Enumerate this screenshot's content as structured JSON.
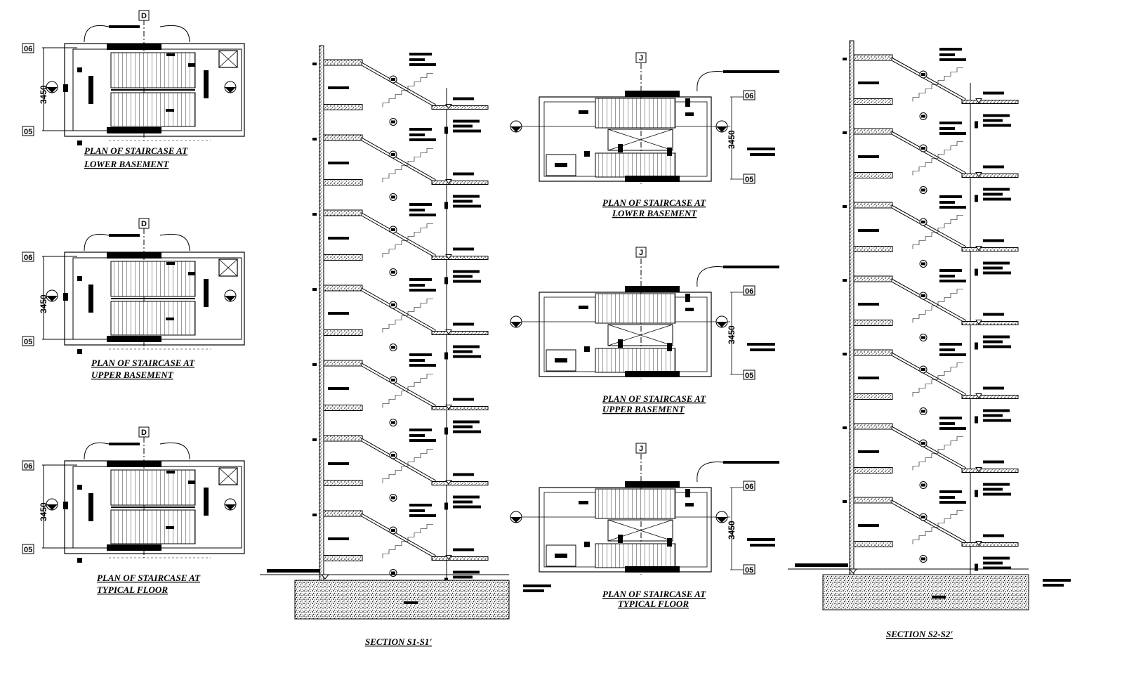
{
  "plans_left": [
    {
      "line1": "PLAN OF STAIRCASE AT",
      "line2": "LOWER BASEMENT",
      "dim": "3450",
      "grid_top": "06",
      "grid_bottom": "05",
      "grid_col": "D"
    },
    {
      "line1": "PLAN OF STAIRCASE AT",
      "line2": "UPPER BASEMENT",
      "dim": "3450",
      "grid_top": "06",
      "grid_bottom": "05",
      "grid_col": "D"
    },
    {
      "line1": "PLAN OF STAIRCASE AT",
      "line2": "TYPICAL FLOOR",
      "dim": "3450",
      "grid_top": "06",
      "grid_bottom": "05",
      "grid_col": "D"
    }
  ],
  "plans_right": [
    {
      "line1": "PLAN OF STAIRCASE AT",
      "line2": "LOWER BASEMENT",
      "dim": "3450",
      "grid_top": "06",
      "grid_bottom": "05",
      "grid_col": "J"
    },
    {
      "line1": "PLAN OF STAIRCASE AT",
      "line2": "UPPER BASEMENT",
      "dim": "3450",
      "grid_top": "06",
      "grid_bottom": "05",
      "grid_col": "J"
    },
    {
      "line1": "PLAN OF STAIRCASE AT",
      "line2": "TYPICAL FLOOR",
      "dim": "3450",
      "grid_top": "06",
      "grid_bottom": "05",
      "grid_col": "J"
    }
  ],
  "sections": [
    {
      "title": "SECTION S1-S1'"
    },
    {
      "title": "SECTION S2-S2'"
    }
  ],
  "colors": {
    "ink": "#000000",
    "paper": "#ffffff"
  }
}
